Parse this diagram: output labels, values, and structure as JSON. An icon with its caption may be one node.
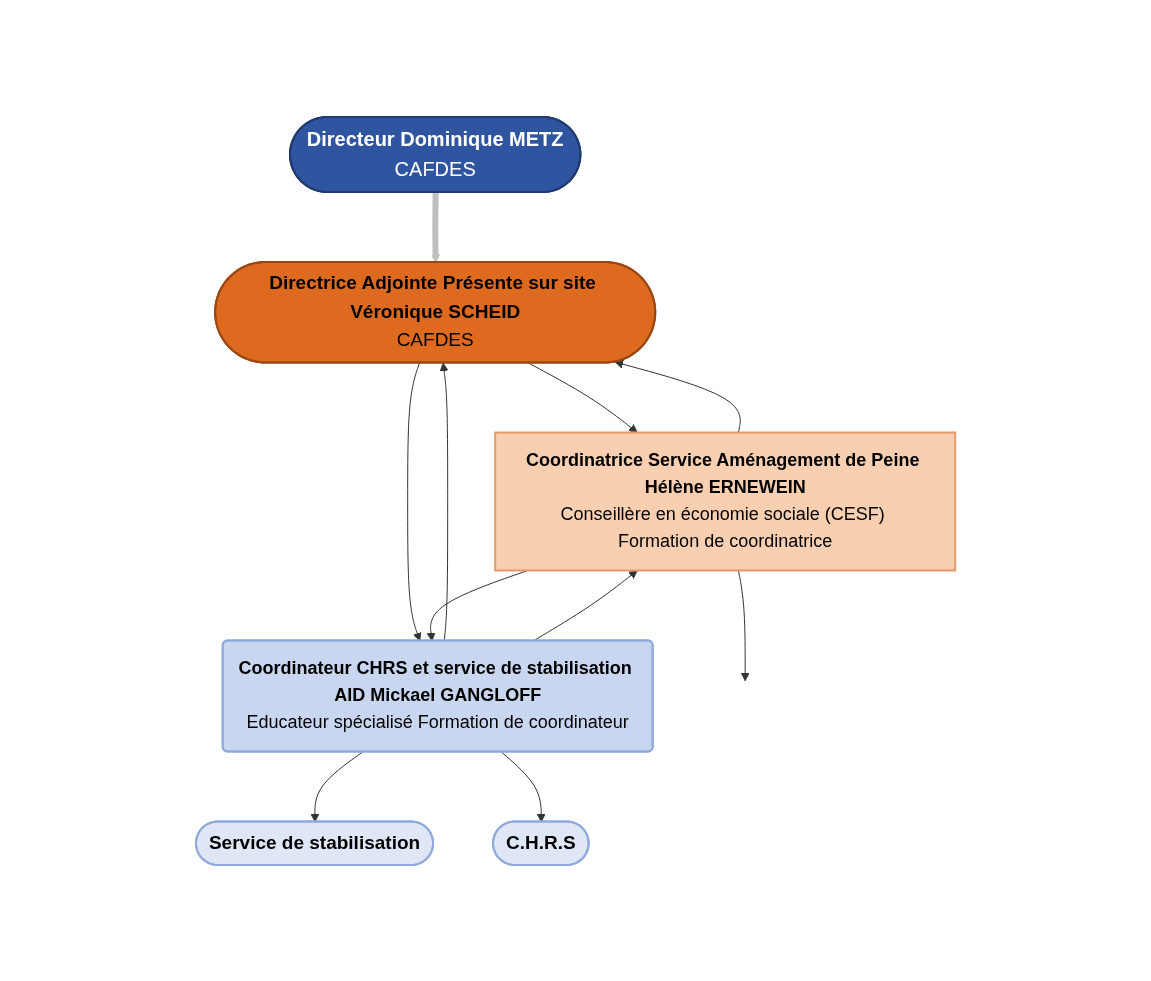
{
  "diagram": {
    "nodes": [
      {
        "text": [
          "Directeur Dominique METZ",
          "CAFDES"
        ]
      },
      {
        "text": [
          "Directrice Adjointe Présente sur site Véronique SCHEID",
          "CAFDES"
        ]
      },
      {
        "text": [
          "Coordinatrice Service Aménagement de Peine Hélène ERNEWEIN",
          "Conseillère en économie sociale (CESF) Formation de coordinatrice"
        ]
      },
      {
        "text": [
          "Coordinateur CHRS et service de stabilisation AID Mickael GANGLOFF",
          "Educateur spécialisé Formation de coordinateur"
        ]
      },
      {
        "text": [
          "Service de stabilisation"
        ]
      },
      {
        "text": [
          "C.H.R.S"
        ]
      }
    ],
    "edges": [
      {
        "from": 0,
        "to": 1,
        "arrow": "to",
        "style": "thick",
        "color": "#bfbfbf"
      },
      {
        "from": 1,
        "to": 2,
        "arrow": "to"
      },
      {
        "from": 2,
        "to": 1,
        "arrow": "to"
      },
      {
        "from": 3,
        "to": 1,
        "arrow": "to"
      },
      {
        "from": 1,
        "to": 3,
        "arrow": "to"
      },
      {
        "from": 2,
        "to": 3,
        "arrow": "to"
      },
      {
        "from": 3,
        "to": 2,
        "arrow": "to"
      },
      {
        "from": 3,
        "to": 4,
        "arrow": "to"
      },
      {
        "from": 3,
        "to": 5,
        "arrow": "to"
      },
      {
        "from": 2,
        "to": null,
        "arrow": "to"
      }
    ]
  }
}
